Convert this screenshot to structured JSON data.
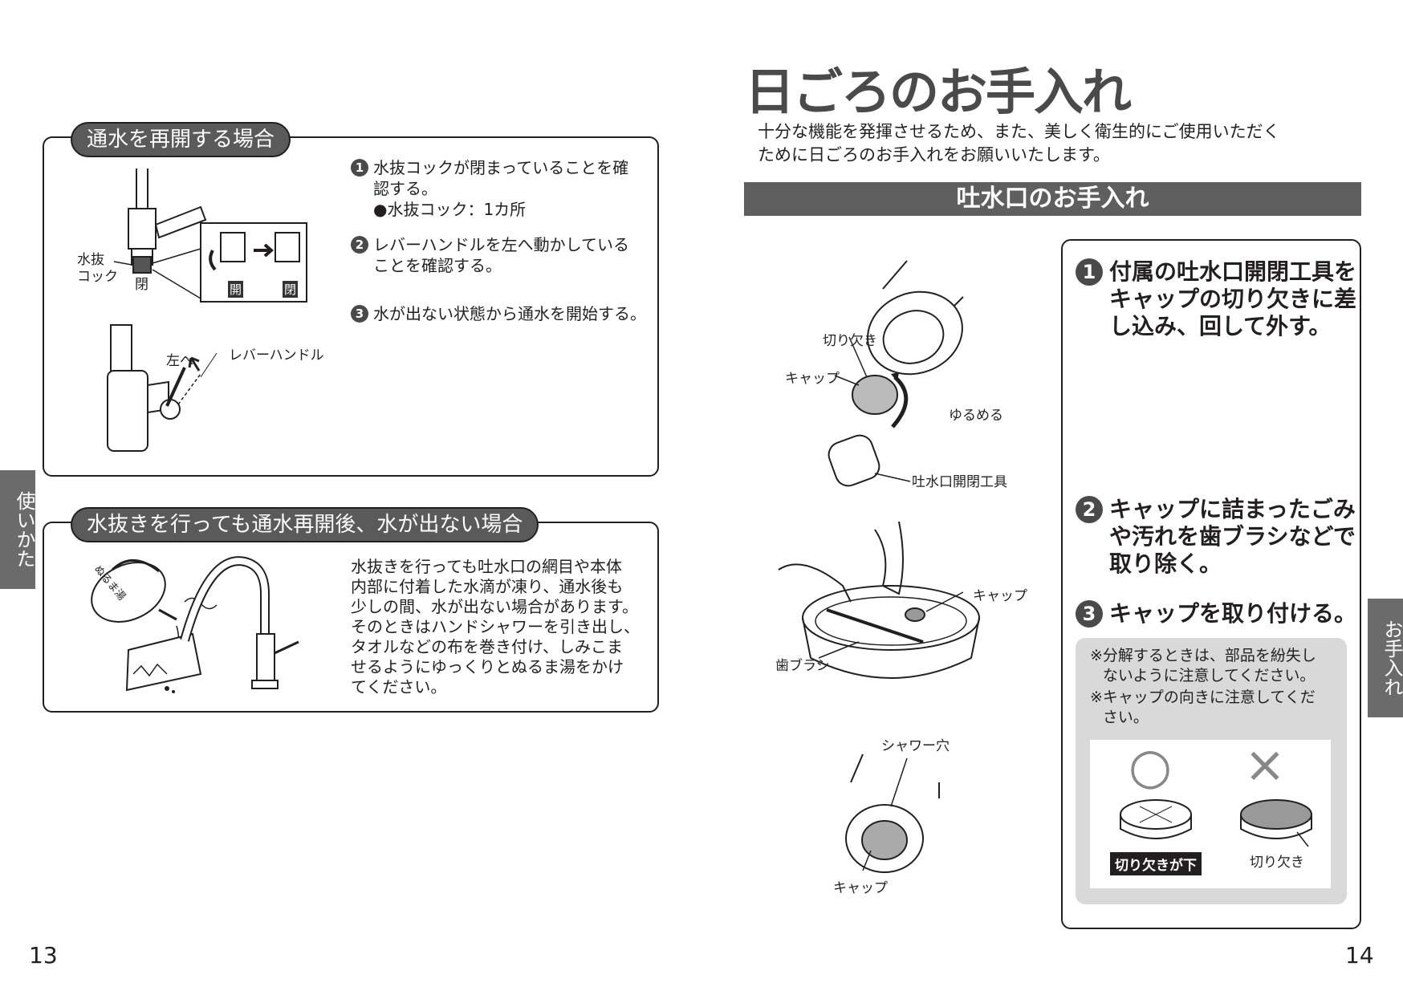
{
  "left": {
    "section1": {
      "title": "通水を再開する場合",
      "steps": [
        {
          "num": "1",
          "lines": [
            "水抜コックが閉まっていることを確",
            "認する。",
            "●水抜コック：1カ所"
          ]
        },
        {
          "num": "2",
          "lines": [
            "レバーハンドルを左へ動かしている",
            "ことを確認する。"
          ]
        },
        {
          "num": "3",
          "lines": [
            "水が出ない状態から通水を開始する。"
          ]
        }
      ],
      "labels": {
        "cock_line1": "水抜",
        "cock_line2": "コック",
        "closed": "閉",
        "open_badge": "開",
        "closed_badge": "閉",
        "left": "左へ",
        "lever": "レバーハンドル"
      }
    },
    "section2": {
      "title": "水抜きを行っても通水再開後、水が出ない場合",
      "lines": [
        "水抜きを行っても吐水口の網目や本体",
        "内部に付着した水滴が凍り、通水後も",
        "少しの間、水が出ない場合があります。",
        "そのときはハンドシャワーを引き出し、",
        "タオルなどの布を巻き付け、しみこま",
        "せるようにゆっくりとぬるま湯をかけ",
        "てください。"
      ],
      "kettle_label": "ぬるま湯"
    },
    "side_tab": "使いかた",
    "page_number": "13"
  },
  "right": {
    "title": "日ごろのお手入れ",
    "intro_lines": [
      "十分な機能を発揮させるため、また、美しく衛生的にご使用いただく",
      "ために日ごろのお手入れをお願いいたします。"
    ],
    "banner": "吐水口のお手入れ",
    "steps": [
      {
        "num": "1",
        "lines": [
          "付属の吐水口開閉工具を",
          "キャップの切り欠きに差",
          "し込み、回して外す。"
        ]
      },
      {
        "num": "2",
        "lines": [
          "キャップに詰まったごみ",
          "や汚れを歯ブラシなどで",
          "取り除く。"
        ]
      },
      {
        "num": "3",
        "lines": [
          "キャップを取り付ける。"
        ]
      }
    ],
    "notes": [
      {
        "mark": "※",
        "lines": [
          "分解するときは、部品を紛失し",
          "ないように注意してください。"
        ]
      },
      {
        "mark": "※",
        "lines": [
          "キャップの向きに注意してくだ",
          "さい。"
        ]
      }
    ],
    "ok_mark": "○",
    "ng_mark": "×",
    "ok_caption": "切り欠きが下",
    "ng_caption": "切り欠き",
    "figure_labels": {
      "notch": "切り欠き",
      "cap": "キャップ",
      "loosen": "ゆるめる",
      "tool": "吐水口開閉工具",
      "cap2": "キャップ",
      "brush": "歯ブラシ",
      "shower_hole": "シャワー穴",
      "cap3": "キャップ"
    },
    "side_tab": "お手入れ",
    "page_number": "14"
  }
}
